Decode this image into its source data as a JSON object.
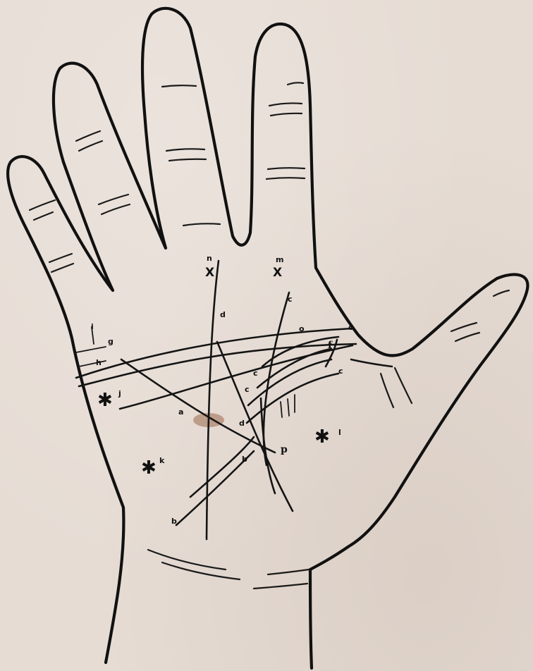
{
  "labels": {
    "a": "a",
    "b1": "b",
    "b2": "b",
    "c1": "c",
    "c2": "c",
    "c3": "c",
    "c4": "c",
    "d1": "d",
    "d2": "d",
    "f": "f",
    "g": "g",
    "h": "h",
    "i": "i",
    "j": "j",
    "k": "k",
    "l": "l",
    "m": "m",
    "n": "n",
    "o1": "o",
    "o2": "o",
    "p": "p"
  },
  "symbols": {
    "star": "✱",
    "cross": "X"
  },
  "colors": {
    "ink": "#111111",
    "paper": "#e6dcd4",
    "stain": "#9a6a4a"
  }
}
